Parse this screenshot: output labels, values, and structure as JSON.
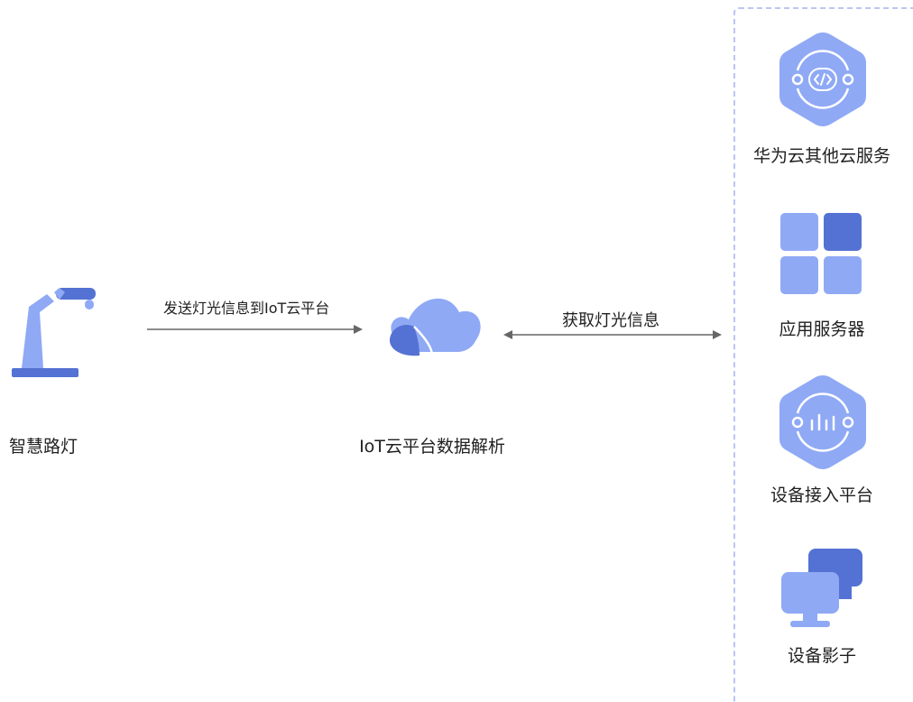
{
  "nodes": {
    "street_light": {
      "label": "智慧路灯",
      "icon": "street-lamp-icon"
    },
    "iot_cloud": {
      "label": "IoT云平台数据解析",
      "icon": "cloud-icon"
    },
    "services": [
      {
        "label": "华为云其他云服务",
        "icon": "code-hexagon-icon"
      },
      {
        "label": "应用服务器",
        "icon": "app-grid-icon"
      },
      {
        "label": "设备接入平台",
        "icon": "signal-hexagon-icon"
      },
      {
        "label": "设备影子",
        "icon": "device-shadow-icon"
      }
    ]
  },
  "edges": {
    "send": {
      "label": "发送灯光信息到IoT云平台",
      "direction": "one-way"
    },
    "fetch": {
      "label": "获取灯光信息",
      "direction": "two-way"
    }
  },
  "colors": {
    "primary_light": "#8fa9f5",
    "primary_dark": "#5472d3",
    "arrow": "#666666",
    "dashed_border": "#bcc5f2"
  }
}
